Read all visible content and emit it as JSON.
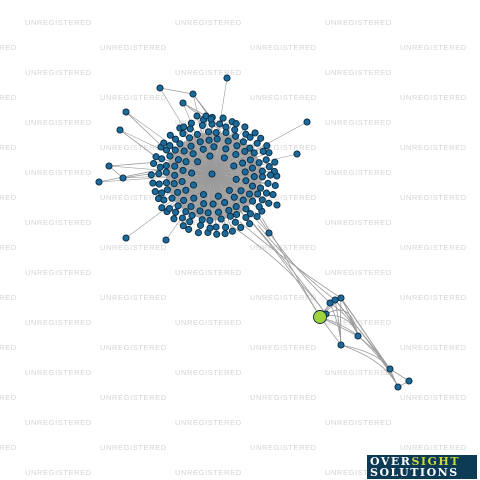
{
  "watermark": {
    "text": "UNREGISTERED"
  },
  "logo": {
    "line1_a": "OVER",
    "line1_b": "SIGHT",
    "line2": "SOLUTIONS",
    "colors": {
      "background": "#0d3b55",
      "text": "#ffffff",
      "accent": "#c8d82e"
    }
  },
  "graph": {
    "colors": {
      "node": "#1b6a9a",
      "node_stroke": "#0a2a40",
      "edge": "#9a9a9a",
      "focus_node": "#9fd33c"
    },
    "focus_node": "highlighted-entity"
  }
}
